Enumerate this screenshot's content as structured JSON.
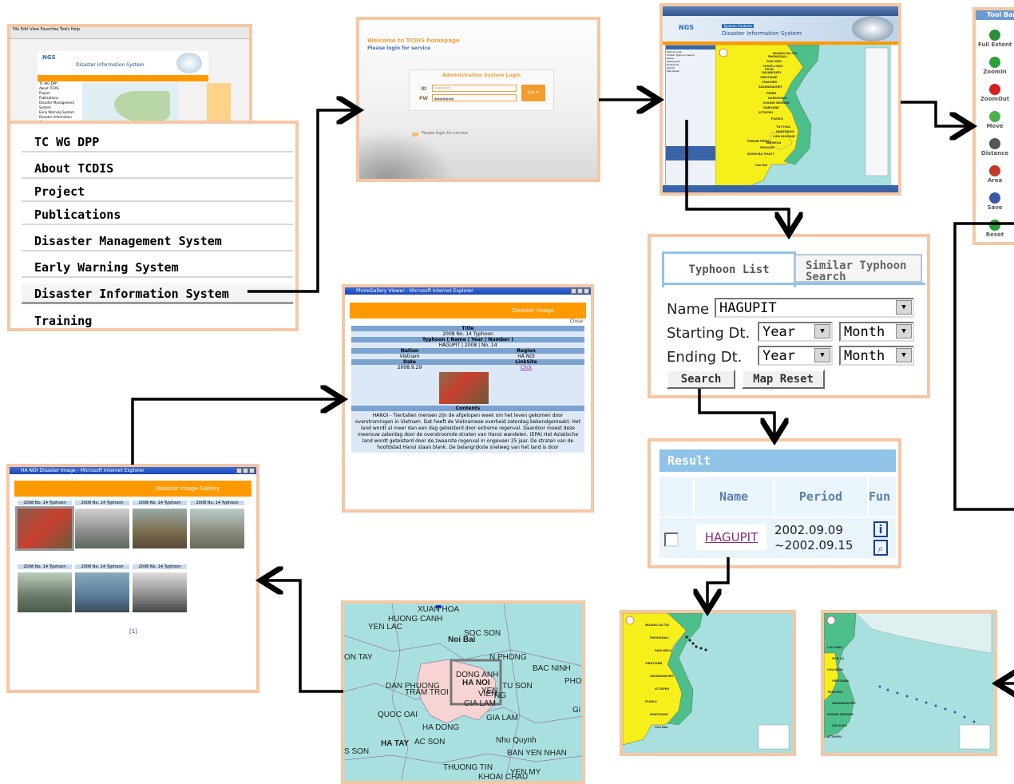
{
  "menu": {
    "items": [
      "TC WG DPP",
      "About TCDIS",
      "Project",
      "Publications",
      "Disaster Management System",
      "Early Warning System",
      "Disaster Information System",
      "Training"
    ],
    "selected_index": 6
  },
  "browser_thumb": {
    "toolbar_text": "File Edit View Favorites Tools Help",
    "site_title": "Disaster Information System",
    "left_links": [
      "TC WG DPP",
      "About TCDIS",
      "Project",
      "Publications",
      "Disaster Management System",
      "Early Warning System",
      "Disaster Information System",
      "Training"
    ]
  },
  "login": {
    "welcome": "Welcome to TCDIS homepage",
    "subtitle": "Please login for service",
    "box_title": "Administration System Login",
    "id_label": "ID",
    "id_value": "vietnam",
    "pw_label": "PW",
    "pw_value": "●●●●●●●",
    "login_button": "Log in",
    "footer_note": "Please login for service"
  },
  "dis_app": {
    "header_label": "Typhoon Contents",
    "title": "Disaster Information System",
    "logo": "NGS",
    "sidebar_tabs": [
      "Typhoon List",
      "Similar Typhoon Search"
    ],
    "sidebar_fields": [
      "Name",
      "Starting Dt.",
      "Ending Dt."
    ],
    "sidebar_buttons": [
      "Search",
      "Map Reset"
    ],
    "map_places": [
      "MUANG-OU-TAI",
      "PHONGSALI",
      "SAN VIEN",
      "HOUR LONG",
      "PHYA",
      "SAYABOURY",
      "VIENTIANE",
      "TRAKHEK",
      "SAVANNAKHET",
      "PHIEN",
      "DARUGUNG",
      "KHONG SEDONE",
      "SABUANE",
      "ATTAPEU",
      "PLEIKU",
      "TUY HOA",
      "NHATRANG",
      "LIEN KHUONG",
      "BIENHOA",
      "PHOONG",
      "BUON MA THUOT",
      "Cao Dai",
      "PHNOM PENH"
    ]
  },
  "toolbar": {
    "title": "Tool Bar",
    "tools": [
      {
        "label": "Full Extent",
        "icon": "globe-icon",
        "color": "#2f8f3f"
      },
      {
        "label": "ZoomIn",
        "icon": "zoom-in-icon",
        "color": "#2e9e3a"
      },
      {
        "label": "ZoomOut",
        "icon": "zoom-out-icon",
        "color": "#d42020"
      },
      {
        "label": "Move",
        "icon": "move-icon",
        "color": "#4caf50"
      },
      {
        "label": "Distance",
        "icon": "distance-icon",
        "color": "#555555"
      },
      {
        "label": "Area",
        "icon": "area-icon",
        "color": "#c0392b"
      },
      {
        "label": "Save",
        "icon": "save-icon",
        "color": "#3b5ba5"
      },
      {
        "label": "Reset",
        "icon": "reset-icon",
        "color": "#2e9e3a"
      }
    ]
  },
  "search_panel": {
    "tabs": [
      "Typhoon List",
      "Similar Typhoon Search"
    ],
    "name_label": "Name",
    "name_value": "HAGUPIT",
    "start_label": "Starting Dt.",
    "end_label": "Ending Dt.",
    "year_placeholder": "Year",
    "month_placeholder": "Month",
    "search_button": "Search",
    "reset_button": "Map Reset"
  },
  "result": {
    "title": "Result",
    "columns": [
      "Name",
      "Period",
      "Fun"
    ],
    "rows": [
      {
        "name": "HAGUPIT",
        "period_start": "2002.09.09",
        "period_end": "~2002.09.15"
      }
    ]
  },
  "photo_viewer": {
    "window_title": "PhotoGallery Viewer - Microsoft Internet Explorer",
    "banner": "Disaster Image",
    "close": "Close",
    "title_header": "Title",
    "title_value": "2008 No. 14 Typhoon",
    "typhoon_header": "Typhoon ( Name | Year | Number )",
    "typhoon_value": "HAGUPIT | 2008 | No. 14",
    "nation_header": "Nation",
    "region_header": "Region",
    "nation_value": "Vietnam",
    "region_value": "HA NOI",
    "date_header": "Date",
    "linksite_header": "LinkSite",
    "date_value": "2008.9.29",
    "linksite_value": "Click",
    "contents_header": "Contents",
    "contents_text": "HANOI - Tientallen mensen zijn de afgelopen week om het leven gekomen door overstromingen in Vietnam. Dat heeft de Vietnamese overheid zaterdag bekendgemaakt. Het land wordt al meer dan een dag geteisterd door extreme regenval. Daardoor moest deze meerouw zaterdag door de overstroomde straten van Hanoi wandelen. (EPA) Het Aziatische land wordt geteisterd door de zwaarste regenval in ongeveer 25 jaar. De straten van de hoofdstad Hanoi staan blank. De belangrijkste snelweg van het land is door"
  },
  "gallery": {
    "window_title": "HA NOI Disaster Image - Microsoft Internet Explorer",
    "banner": "Disaster Image Gallery",
    "captions_row1": [
      "2008 No. 14 Typhoon",
      "2008 No. 14 Typhoon",
      "2008 No. 14 Typhoon",
      "2008 No. 14 Typhoon"
    ],
    "captions_row2": [
      "2008 No. 14 Typhoon",
      "2008 No. 14 Typhoon",
      "2008 No. 14 Typhoon"
    ],
    "pager": "[1]"
  },
  "hanoi_map": {
    "labels": [
      "XUAN HOA",
      "HUONG CANH",
      "YEN LAC",
      "SOC SON",
      "Noi Bai",
      "ON TAY",
      "N PHONG",
      "BAC NINH",
      "PHO",
      "DONG ANH",
      "HA NOI",
      "TU SON",
      "DAN PHUONG",
      "TRAM TROI",
      "YEN",
      "VIEN",
      "NG",
      "GIA LAM",
      "QUOC OAI",
      "GIA LAM",
      "Gi",
      "HA DONG",
      "Nhu Quynh",
      "HA TAY",
      "AC SON",
      "S SON",
      "BAN YEN NHAN",
      "THUONG TIN",
      "YEN MY",
      "KHOAI CHAU",
      "E"
    ]
  },
  "track_maps": {
    "left_places": [
      "MUANG-OU-TAI",
      "PHONGSALI",
      "SAM NEUA",
      "VIENTIANE",
      "SAVANNAKHET",
      "ATTAPEU",
      "PLEIKU",
      "NHATRANG",
      "Con Dao"
    ],
    "right_places": [
      "LAI CHAU",
      "SON LA",
      "HOA BINH",
      "VIENTIANE",
      "TRAKHEK",
      "SAVANNAKHET",
      "KHONG SEDONE",
      "SALAVAN",
      "ATTAPEU"
    ]
  },
  "colors": {
    "panel_border": "#f5c7a4",
    "orange": "#ff9900",
    "sea": "#a8e0e0",
    "land_yellow": "#f7ef1a",
    "land_green": "#4dbf8a",
    "result_header": "#8fc3e8"
  }
}
